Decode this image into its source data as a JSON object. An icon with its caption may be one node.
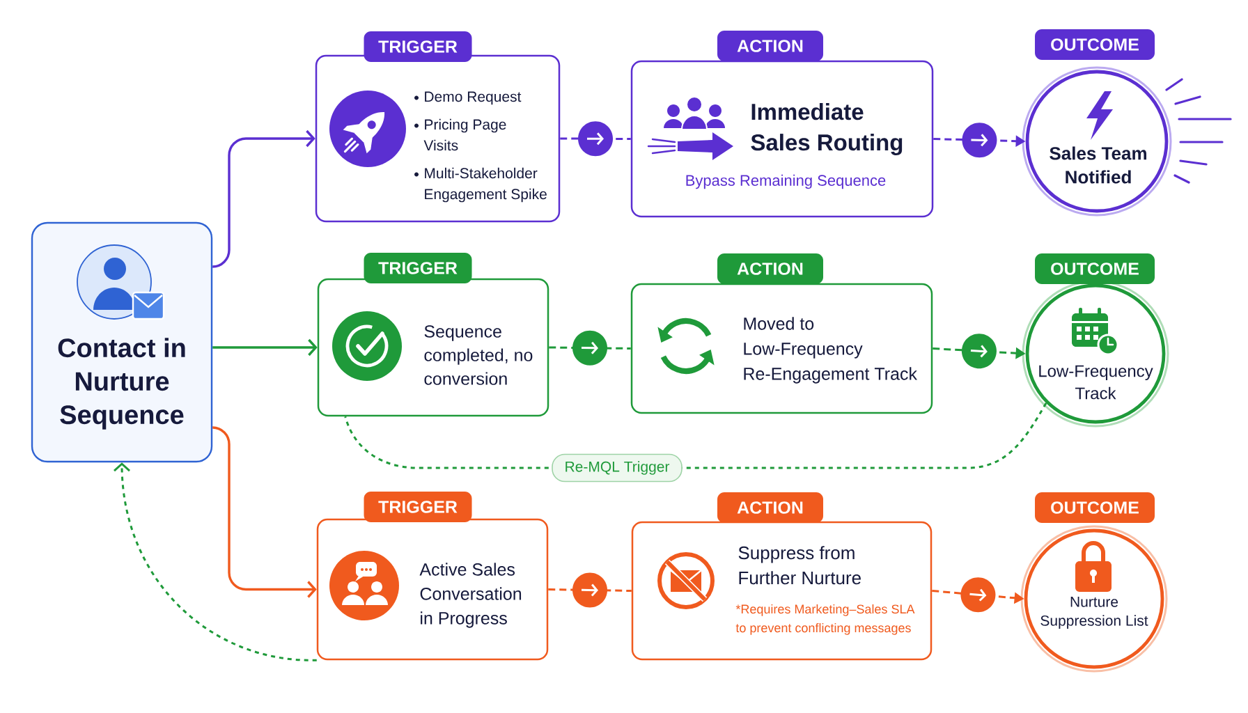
{
  "diagram": {
    "nodes": [
      {
        "text": [
          "Contact in Nurture Sequence"
        ]
      },
      {
        "text": [
          "TRIGGER",
          "Demo Request",
          "Pricing Page Visits",
          "Multi-Stakeholder Engagement Spike"
        ]
      },
      {
        "text": [
          "ACTION",
          "Immediate Sales Routing",
          "Bypass Remaining Sequence"
        ]
      },
      {
        "text": [
          "OUTCOME",
          "Sales Team Notified"
        ]
      },
      {
        "text": [
          "TRIGGER",
          "Sequence completed, no conversion"
        ]
      },
      {
        "text": [
          "ACTION",
          "Moved to Low-Frequency Re-Engagement Track"
        ]
      },
      {
        "text": [
          "OUTCOME",
          "Low-Frequency Track"
        ]
      },
      {
        "text": [
          "TRIGGER",
          "Active Sales Conversation in Progress"
        ]
      },
      {
        "text": [
          "ACTION",
          "Suppress from Further Nurture",
          "*Requires Marketing–Sales SLA to prevent conflicting messages"
        ]
      },
      {
        "text": [
          "OUTCOME",
          "Nurture Suppression List"
        ]
      }
    ],
    "edges": [
      {
        "from": 0,
        "to": 1,
        "arrow": "to",
        "color": "#5b2fd1"
      },
      {
        "from": 0,
        "to": 4,
        "arrow": "to"
      },
      {
        "from": 0,
        "to": 7,
        "arrow": "to",
        "color": "#f05a1e"
      },
      {
        "from": 1,
        "to": 2,
        "arrow": "to",
        "style": "dashed",
        "color": "#5b2fd1"
      },
      {
        "from": 2,
        "to": 3,
        "arrow": "to",
        "style": "dashed",
        "color": "#5b2fd1"
      },
      {
        "from": 4,
        "to": 5,
        "arrow": "to",
        "style": "dashed"
      },
      {
        "from": 5,
        "to": 6,
        "arrow": "to",
        "style": "dashed"
      },
      {
        "from": 7,
        "to": 8,
        "arrow": "to",
        "style": "dashed",
        "color": "#f05a1e"
      },
      {
        "from": 8,
        "to": 9,
        "arrow": "to",
        "style": "dashed",
        "color": "#f05a1e"
      },
      {
        "from": 6,
        "to": 4,
        "arrow": "none",
        "style": "dashed",
        "label": "Re-MQL Trigger"
      },
      {
        "from": 7,
        "to": 0,
        "arrow": "to",
        "style": "dashed"
      }
    ]
  }
}
